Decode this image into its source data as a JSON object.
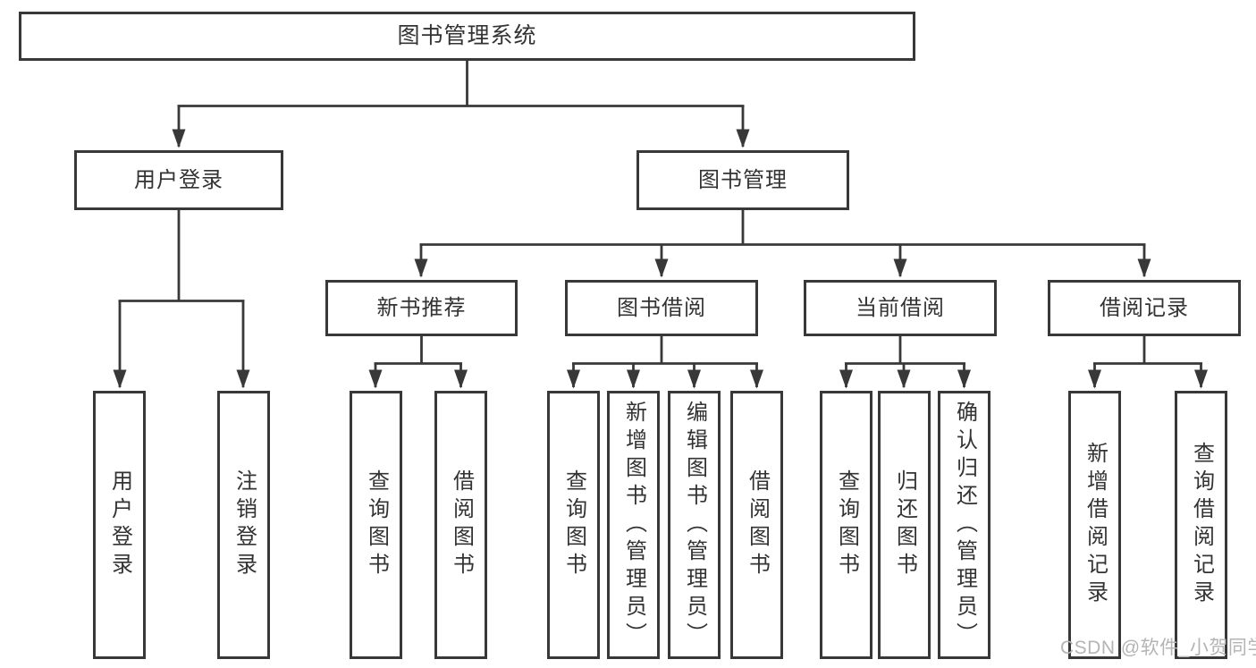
{
  "diagram": {
    "title": "图书管理系统",
    "root": {
      "label": "图书管理系统"
    },
    "level1": [
      {
        "label": "用户登录"
      },
      {
        "label": "图书管理"
      }
    ],
    "level2": [
      {
        "label": "新书推荐"
      },
      {
        "label": "图书借阅"
      },
      {
        "label": "当前借阅"
      },
      {
        "label": "借阅记录"
      }
    ],
    "leaves": [
      {
        "label": "用户登录",
        "parent": "用户登录"
      },
      {
        "label": "注销登录",
        "parent": "用户登录"
      },
      {
        "label": "查询图书",
        "parent": "新书推荐"
      },
      {
        "label": "借阅图书",
        "parent": "新书推荐"
      },
      {
        "label": "查询图书",
        "parent": "图书借阅"
      },
      {
        "label": "新增图书（管理员）",
        "parent": "图书借阅"
      },
      {
        "label": "编辑图书（管理员）",
        "parent": "图书借阅"
      },
      {
        "label": "借阅图书",
        "parent": "图书借阅"
      },
      {
        "label": "查询图书",
        "parent": "当前借阅"
      },
      {
        "label": "归还图书",
        "parent": "当前借阅"
      },
      {
        "label": "确认归还（管理员）",
        "parent": "当前借阅"
      },
      {
        "label": "新增借阅记录",
        "parent": "借阅记录"
      },
      {
        "label": "查询借阅记录",
        "parent": "借阅记录"
      }
    ]
  },
  "watermark": {
    "text": "CSDN @软件_小贺同学",
    "color": "#b4b4b4"
  },
  "colors": {
    "line": "#383838",
    "text": "#333333",
    "background": "#ffffff"
  }
}
